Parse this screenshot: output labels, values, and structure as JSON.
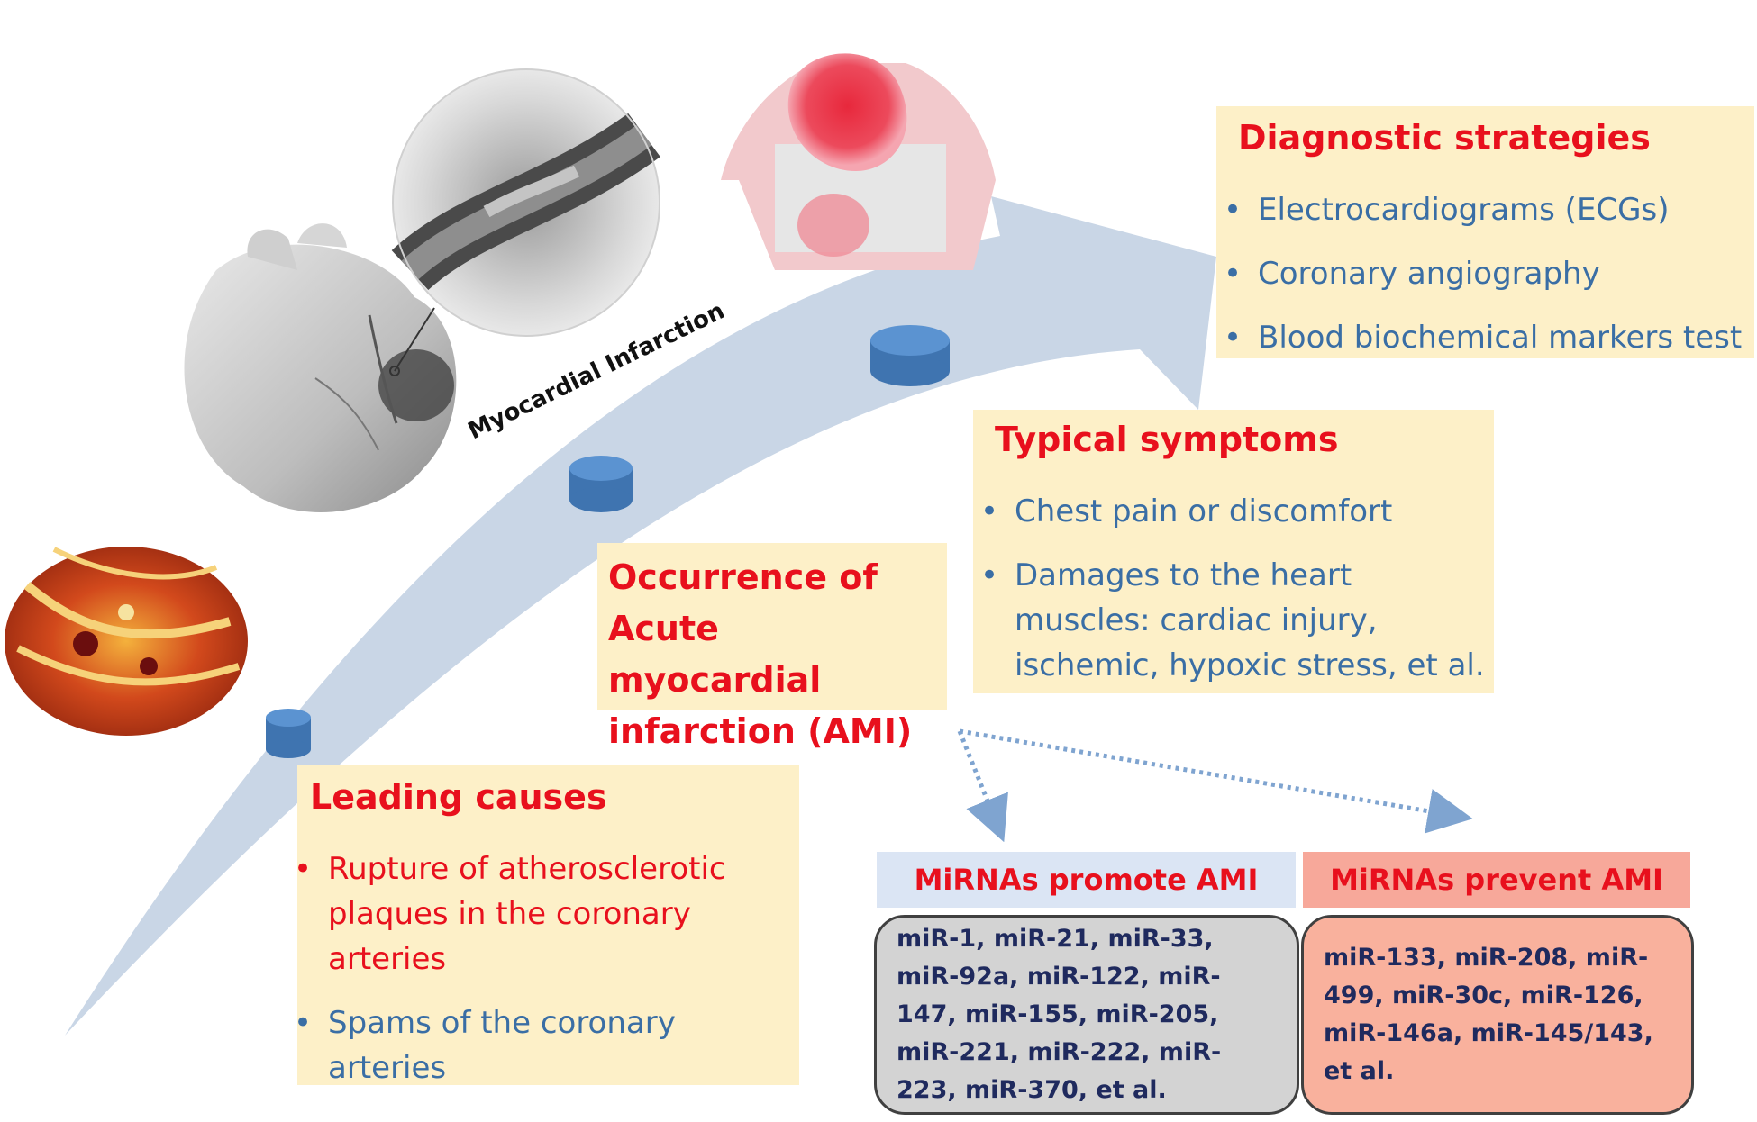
{
  "diagnostic": {
    "title": "Diagnostic strategies",
    "items": [
      "Electrocardiograms (ECGs)",
      "Coronary angiography",
      "Blood biochemical markers test"
    ]
  },
  "symptoms": {
    "title": "Typical symptoms",
    "items": [
      "Chest pain or discomfort",
      "Damages to the heart muscles: cardiac injury, ischemic, hypoxic stress, et al."
    ]
  },
  "occurrence": {
    "title": "Occurrence of Acute myocardial infarction (AMI)"
  },
  "causes": {
    "title": "Leading causes",
    "items": [
      "Rupture of atherosclerotic plaques in the coronary arteries",
      "Spams of the coronary arteries"
    ]
  },
  "heart_label": "Myocardial Infarction",
  "mirna": {
    "promote_title": "MiRNAs promote AMI",
    "prevent_title": "MiRNAs prevent AMI",
    "promote_list": "miR-1, miR-21, miR-33, miR-92a, miR-122, miR-147, miR-155, miR-205, miR-221, miR-222, miR-223, miR-370, et al.",
    "prevent_list": "miR-133, miR-208, miR-499, miR-30c, miR-126, miR-146a, miR-145/143, et al."
  },
  "colors": {
    "title_red": "#e8101d",
    "bullet_blue": "#3a6ea5",
    "box_fill": "#fdf0c8",
    "arrow_fill": "#c9d6e6",
    "disc_blue": "#4f86c6",
    "promote_head": "#dbe5f4",
    "prevent_head": "#f7a89a",
    "promote_body": "#d3d3d3",
    "prevent_body": "#f9b19d"
  }
}
